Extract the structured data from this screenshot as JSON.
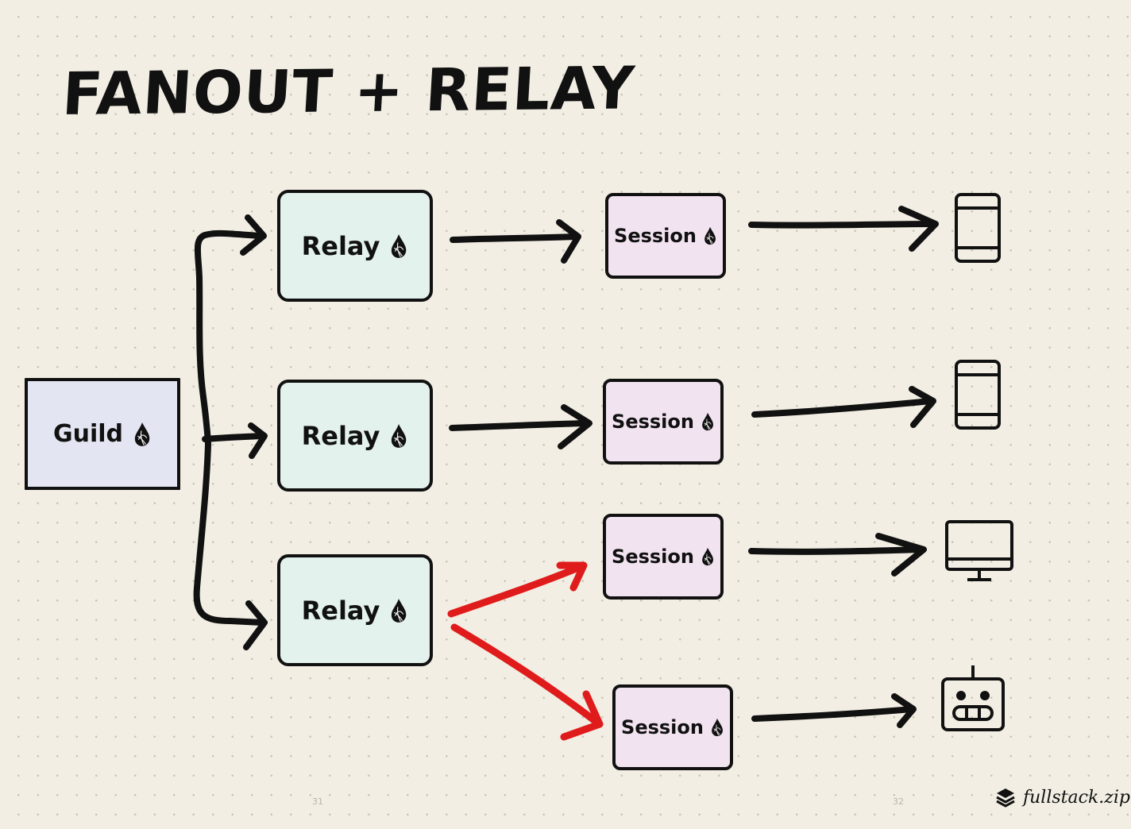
{
  "title": "FANOUT + RELAY",
  "nodes": {
    "guild": "Guild",
    "relays": [
      "Relay",
      "Relay",
      "Relay"
    ],
    "sessions": [
      "Session",
      "Session",
      "Session",
      "Session"
    ]
  },
  "icons": {
    "node_icon": "elixir-drop-icon",
    "clients": [
      "phone-icon",
      "phone-icon",
      "desktop-monitor-icon",
      "robot-icon"
    ]
  },
  "colors": {
    "guild_fill": "#e3e5f2",
    "relay_fill": "#e3f2ec",
    "session_fill": "#f2e3f0",
    "arrow": "#111111",
    "highlight_arrow": "#e01b1b"
  },
  "page_numbers": [
    "31",
    "32"
  ],
  "brand": "fullstack.zip"
}
